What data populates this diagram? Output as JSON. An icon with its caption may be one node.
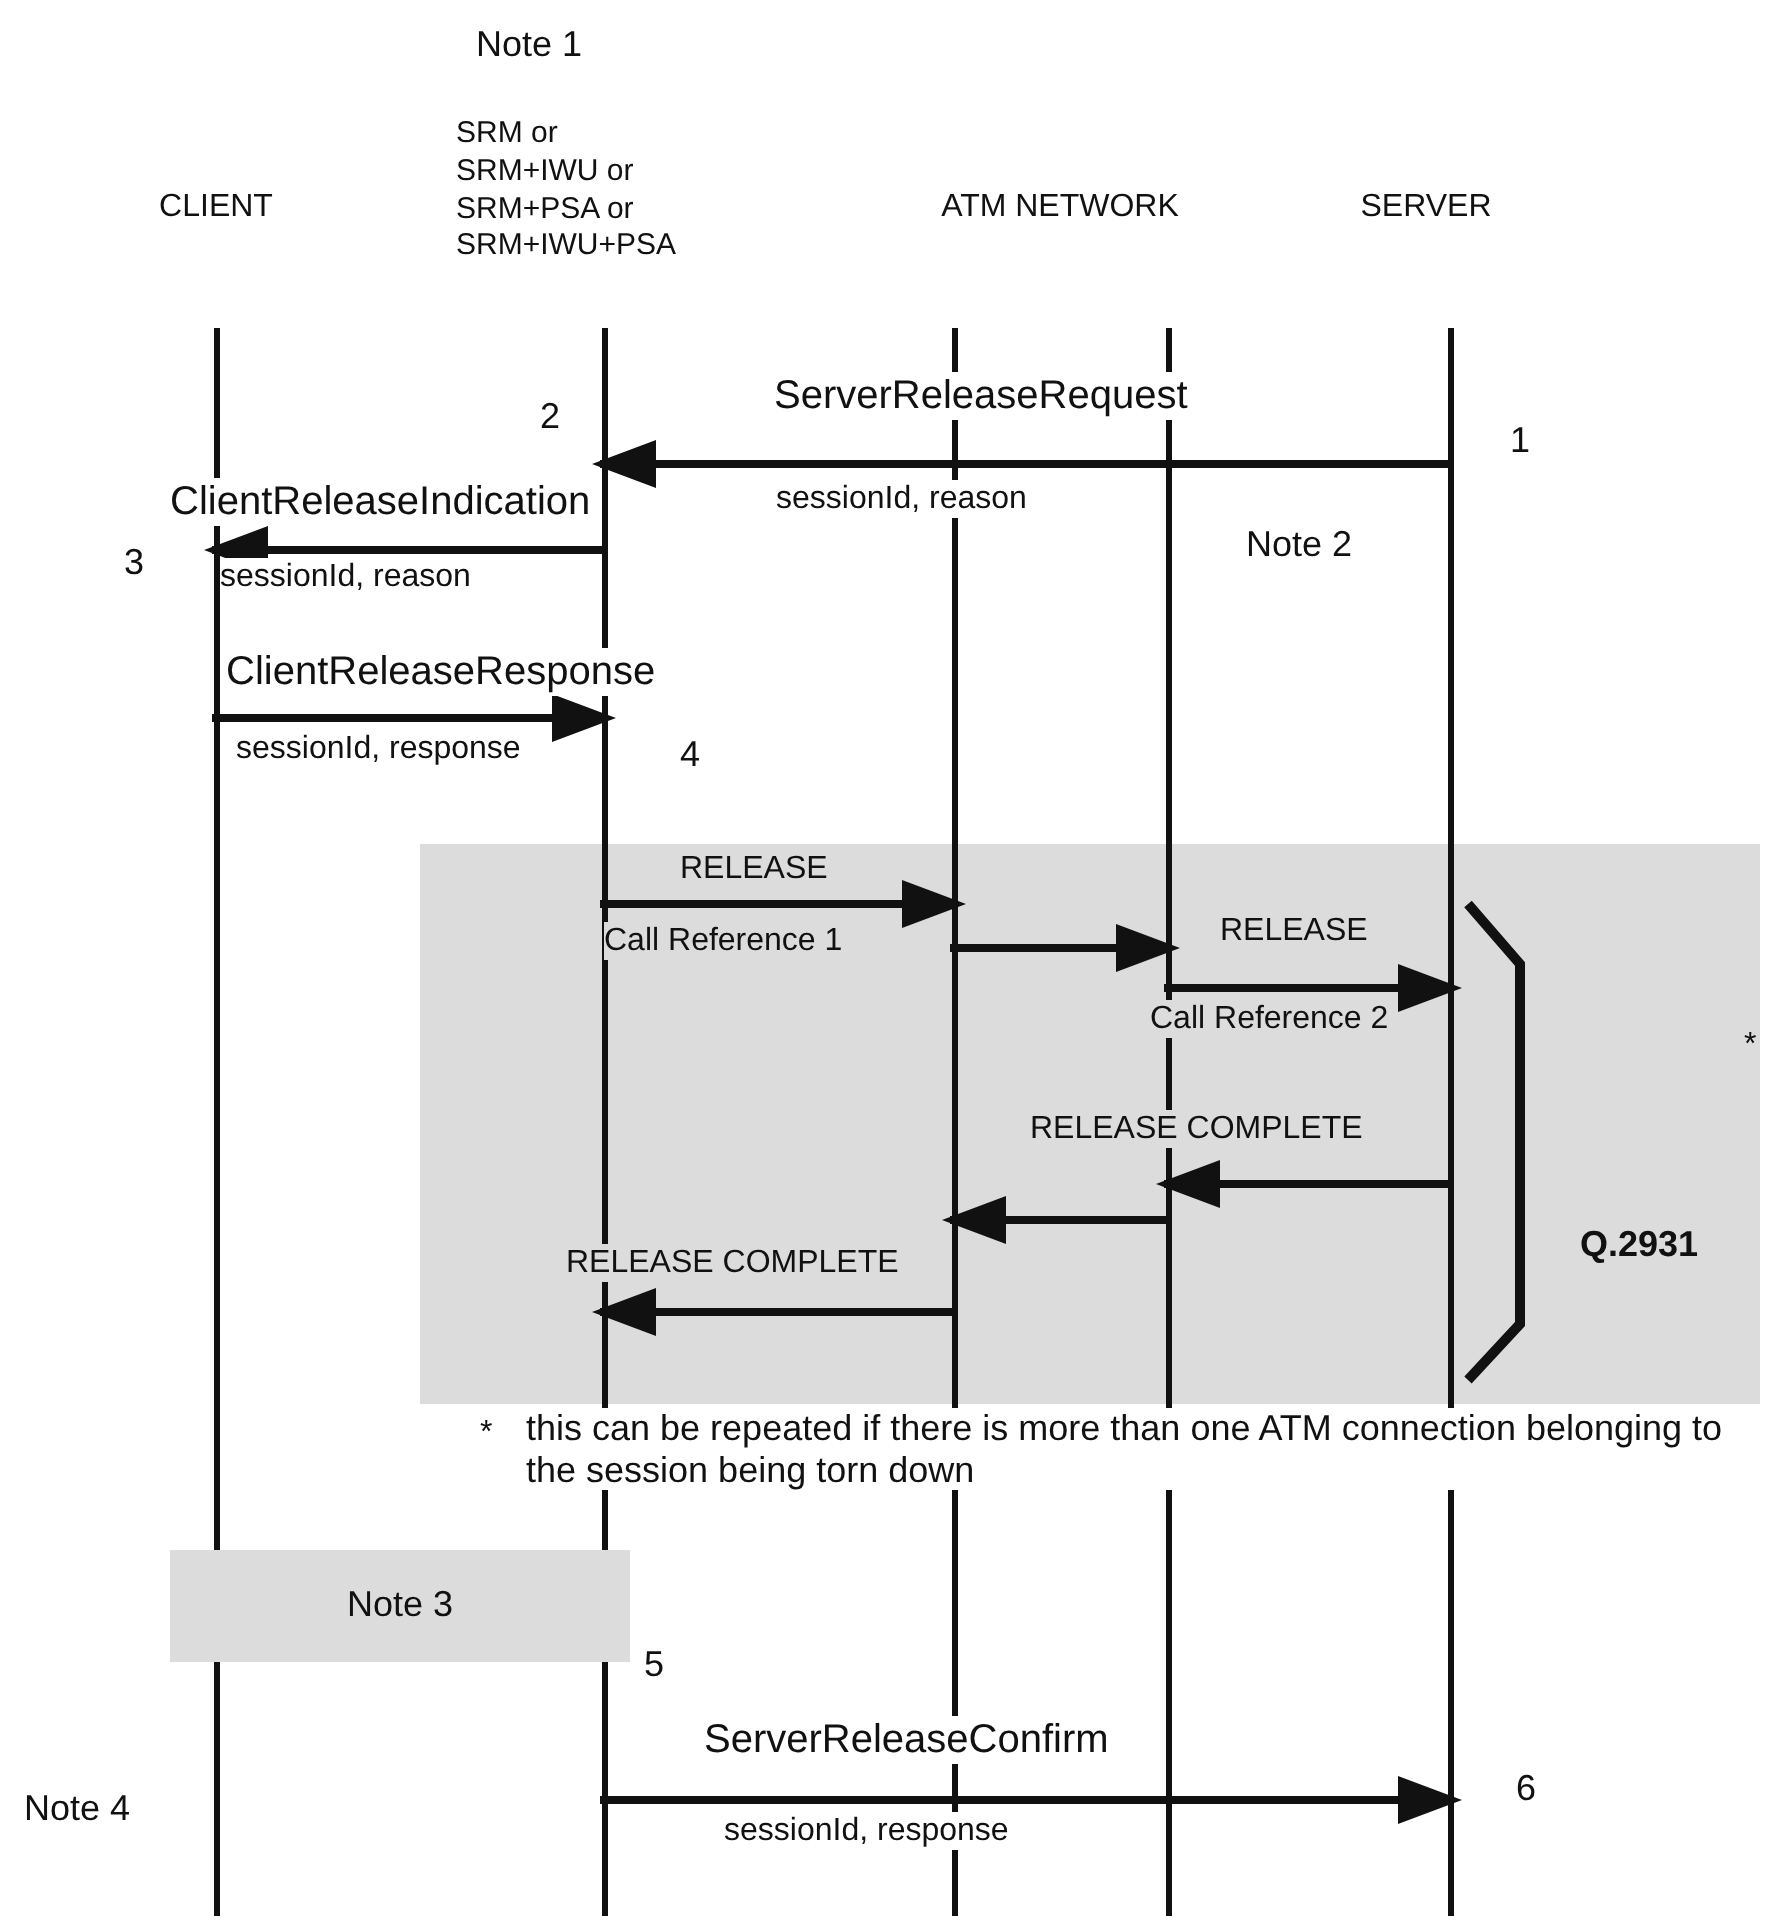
{
  "diagram": {
    "nodes": [
      {
        "text": [
          "CLIENT"
        ]
      },
      {
        "text": [
          "SRM or SRM+IWU or SRM+PSA or SRM+IWU+PSA"
        ]
      },
      {
        "text": [
          "ATM NETWORK"
        ]
      },
      {
        "text": [],
        "shape": "bar"
      },
      {
        "text": [
          "SERVER"
        ]
      },
      {
        "text": [
          "Note 3"
        ]
      }
    ],
    "edges": [
      {
        "from": 4,
        "to": 1,
        "arrow": "to",
        "label": "ServerReleaseRequest"
      },
      {
        "from": 1,
        "to": 0,
        "arrow": "to",
        "label": "ClientReleaseIndication"
      },
      {
        "from": 0,
        "to": 1,
        "arrow": "to",
        "label": "ClientReleaseResponse"
      },
      {
        "from": 1,
        "to": 2,
        "arrow": "to",
        "label": "RELEASE"
      },
      {
        "from": 2,
        "to": 3,
        "arrow": "to"
      },
      {
        "from": 3,
        "to": 4,
        "arrow": "to",
        "label": "RELEASE"
      },
      {
        "from": 4,
        "to": 3,
        "arrow": "to",
        "label": "RELEASE COMPLETE"
      },
      {
        "from": 3,
        "to": 2,
        "arrow": "to"
      },
      {
        "from": 2,
        "to": 1,
        "arrow": "to",
        "label": "RELEASE COMPLETE"
      },
      {
        "from": 1,
        "to": 4,
        "arrow": "to",
        "label": "ServerReleaseConfirm"
      }
    ],
    "labels": [
      "Note 1",
      "2",
      "1",
      "sessionId, reason",
      "3",
      "sessionId, reason",
      "Note 2",
      "sessionId, response",
      "4",
      "Call Reference 1",
      "Call Reference 2",
      "Q.2931",
      "*",
      "*",
      "this can be repeated if there is more than one ATM connection belonging to the session being torn down",
      "5",
      "Note 4",
      "6",
      "sessionId, response"
    ]
  }
}
